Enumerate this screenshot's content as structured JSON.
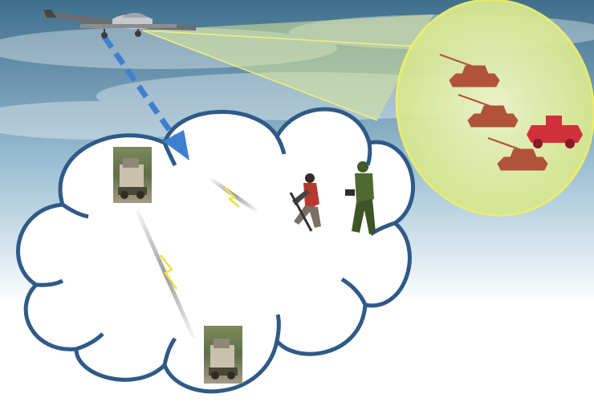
{
  "colors": {
    "sky_top": "#3f6f8c",
    "sky_mid": "#9fc2d6",
    "sky_bottom": "#ffffff",
    "cloud_outline": "#2f5a87",
    "cloud_fill": "#ffffff",
    "datalink_arrow": "#3f7fd0",
    "sensor_cone": "#d8e89a",
    "sensor_edge": "#e8f070",
    "tank_color": "#b0533a",
    "enemy_vehicle": "#d0303a",
    "link_beam": "#a8a8a8",
    "lightning": "#f0e040"
  },
  "diagram": {
    "drone": {
      "icon": "uav-aircraft-icon"
    },
    "sensor_area": {
      "icon": "sensor-footprint-zoom",
      "contents": [
        "tank-icon",
        "tank-icon",
        "armored-vehicle-icon",
        "tank-icon"
      ]
    },
    "network": {
      "icon": "tactical-network-cloud",
      "nodes": [
        {
          "icon": "military-vehicle-photo"
        },
        {
          "icon": "military-vehicle-photo"
        },
        {
          "icon": "soldier-kneeling-icon"
        },
        {
          "icon": "soldier-radio-operator-icon"
        }
      ],
      "links": [
        "radio-link-icon",
        "radio-link-icon"
      ]
    }
  }
}
